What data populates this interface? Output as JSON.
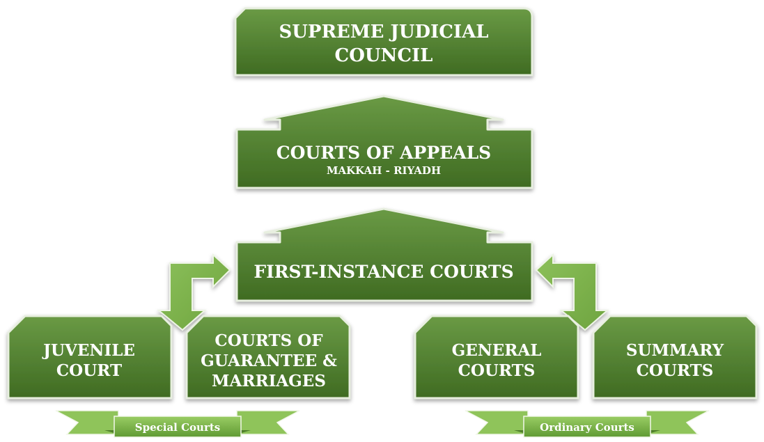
{
  "colors": {
    "box_fill_top": "#6a9a45",
    "box_fill_bottom": "#3f6b22",
    "box_border": "#e8efe0",
    "arrow_fill": "#7fb24e",
    "banner_light": "#8fc45a",
    "banner_dark": "#5f9a33",
    "text": "#ffffff"
  },
  "hierarchy": {
    "supreme": {
      "line1": "SUPREME JUDICIAL",
      "line2": "COUNCIL"
    },
    "appeals": {
      "title": "COURTS OF APPEALS",
      "subtitle": "MAKKAH - RIYADH"
    },
    "first_instance": {
      "title": "FIRST-INSTANCE COURTS"
    }
  },
  "courts": {
    "juvenile": {
      "line1": "JUVENILE",
      "line2": "COURT"
    },
    "guarantee": {
      "line1": "COURTS OF",
      "line2": "GUARANTEE &",
      "line3": "MARRIAGES"
    },
    "general": {
      "line1": "GENERAL",
      "line2": "COURTS"
    },
    "summary": {
      "line1": "SUMMARY",
      "line2": "COURTS"
    }
  },
  "groups": {
    "special": "Special Courts",
    "ordinary": "Ordinary Courts"
  },
  "icons": {
    "left_arrow": "bent-arrow-icon",
    "right_arrow": "bent-arrow-icon"
  }
}
